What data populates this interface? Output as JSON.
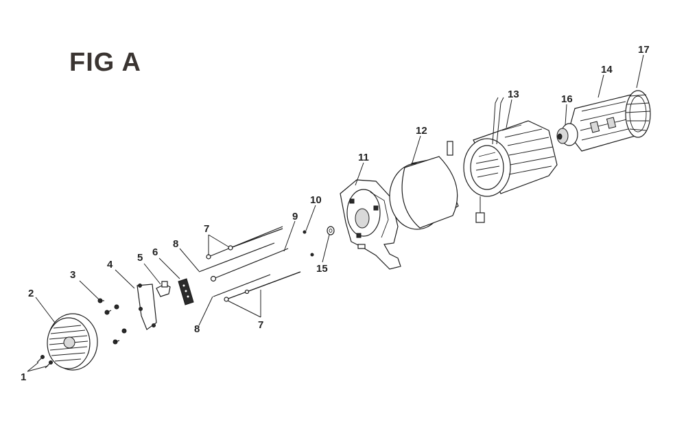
{
  "figure": {
    "title": "FIG A"
  },
  "callouts": [
    {
      "id": "c1",
      "label": "1"
    },
    {
      "id": "c2",
      "label": "2"
    },
    {
      "id": "c3",
      "label": "3"
    },
    {
      "id": "c4",
      "label": "4"
    },
    {
      "id": "c5",
      "label": "5"
    },
    {
      "id": "c6",
      "label": "6"
    },
    {
      "id": "c7a",
      "label": "7"
    },
    {
      "id": "c7b",
      "label": "7"
    },
    {
      "id": "c8a",
      "label": "8"
    },
    {
      "id": "c8b",
      "label": "8"
    },
    {
      "id": "c9",
      "label": "9"
    },
    {
      "id": "c10",
      "label": "10"
    },
    {
      "id": "c11",
      "label": "11"
    },
    {
      "id": "c12",
      "label": "12"
    },
    {
      "id": "c13",
      "label": "13"
    },
    {
      "id": "c14",
      "label": "14"
    },
    {
      "id": "c15",
      "label": "15"
    },
    {
      "id": "c16",
      "label": "16"
    },
    {
      "id": "c17",
      "label": "17"
    }
  ]
}
